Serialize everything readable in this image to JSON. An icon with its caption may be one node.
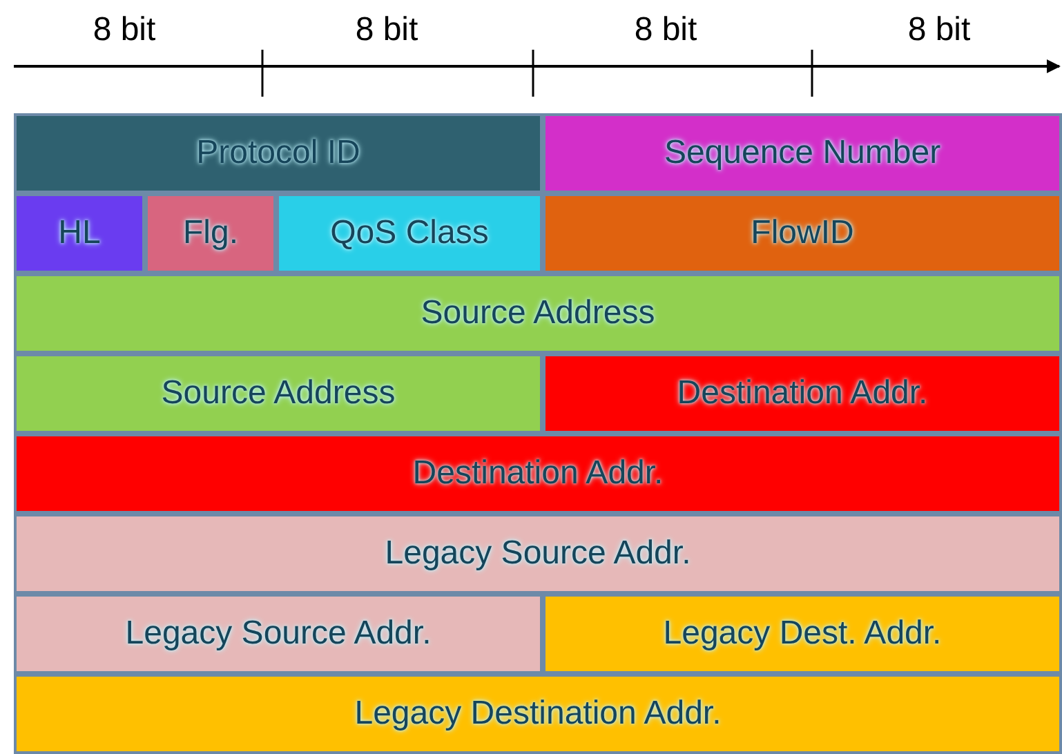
{
  "diagram": {
    "nodes": [
      {
        "text": [
          "Protocol ID"
        ]
      },
      {
        "text": [
          "Sequence Number"
        ]
      },
      {
        "text": [
          "HL"
        ]
      },
      {
        "text": [
          "Flg."
        ]
      },
      {
        "text": [
          "QoS Class"
        ]
      },
      {
        "text": [
          "FlowID"
        ]
      },
      {
        "text": [
          "Source Address"
        ]
      },
      {
        "text": [
          "Source Address"
        ]
      },
      {
        "text": [
          "Destination Addr."
        ]
      },
      {
        "text": [
          "Destination Addr."
        ]
      },
      {
        "text": [
          "Legacy Source Addr."
        ]
      },
      {
        "text": [
          "Legacy Source Addr."
        ]
      },
      {
        "text": [
          "Legacy Dest. Addr."
        ]
      },
      {
        "text": [
          "Legacy Destination Addr."
        ]
      }
    ],
    "edges": [],
    "labels": [
      "8 bit",
      "8 bit",
      "8 bit",
      "8 bit"
    ]
  }
}
